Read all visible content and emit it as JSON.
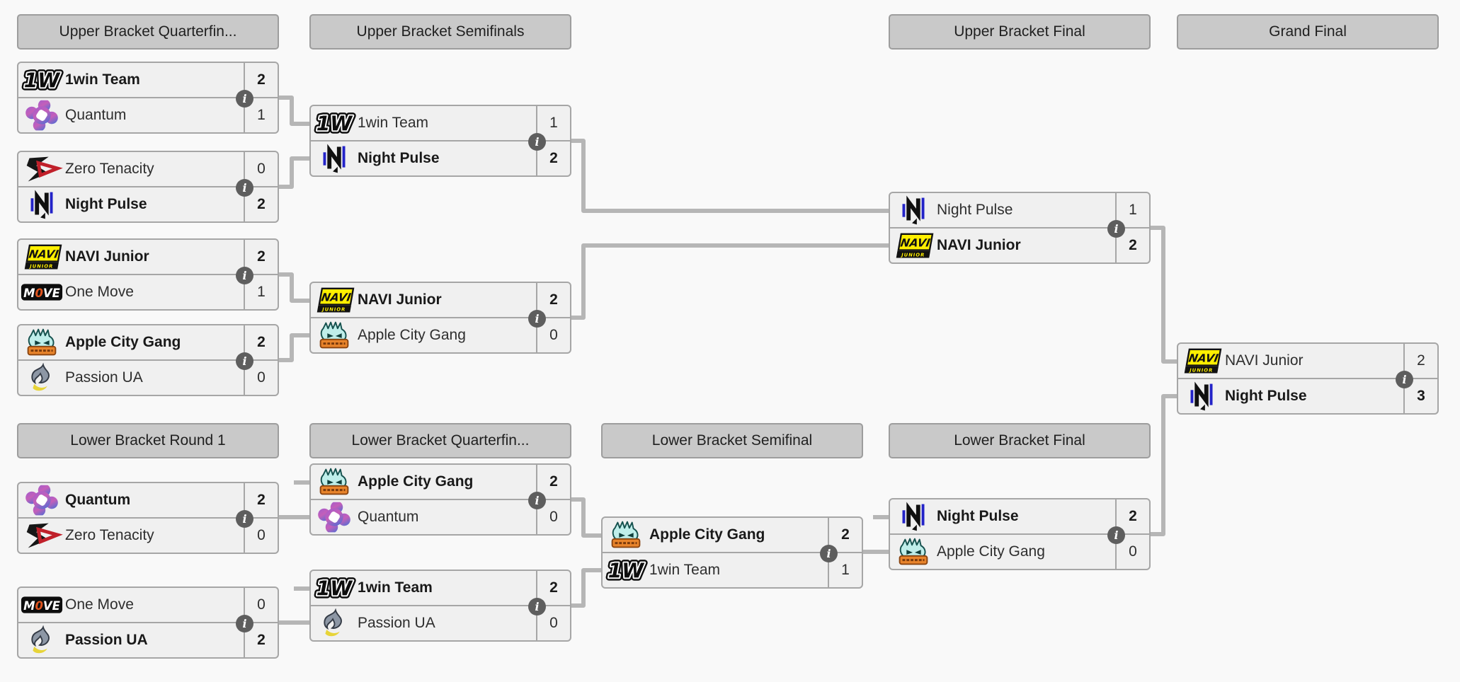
{
  "icons": {
    "info_glyph": "i"
  },
  "colors": {
    "page_background": "#f9f9f9",
    "header_background": "#c9c9c9",
    "match_background": "#f0f0f0",
    "border": "#a6a6a6",
    "connector": "#b6b6b6",
    "info_icon_background": "#5e5e5e"
  },
  "headers": {
    "ub_quarterfinals": "Upper Bracket Quarterfin...",
    "ub_semifinals": "Upper Bracket Semifinals",
    "ub_final": "Upper Bracket Final",
    "grand_final": "Grand Final",
    "lb_round1": "Lower Bracket Round 1",
    "lb_quarterfinals": "Lower Bracket Quarterfin...",
    "lb_semifinal": "Lower Bracket Semifinal",
    "lb_final": "Lower Bracket Final"
  },
  "matches": {
    "ub_qf_1": {
      "slots": [
        {
          "team": "1win Team",
          "score": "2",
          "winner": true,
          "logo": "1win-team-logo"
        },
        {
          "team": "Quantum",
          "score": "1",
          "winner": false,
          "logo": "quantum-logo"
        }
      ]
    },
    "ub_qf_2": {
      "slots": [
        {
          "team": "Zero Tenacity",
          "score": "0",
          "winner": false,
          "logo": "zero-tenacity-logo"
        },
        {
          "team": "Night Pulse",
          "score": "2",
          "winner": true,
          "logo": "night-pulse-logo"
        }
      ]
    },
    "ub_qf_3": {
      "slots": [
        {
          "team": "NAVI Junior",
          "score": "2",
          "winner": true,
          "logo": "navi-junior-logo"
        },
        {
          "team": "One Move",
          "score": "1",
          "winner": false,
          "logo": "one-move-logo"
        }
      ]
    },
    "ub_qf_4": {
      "slots": [
        {
          "team": "Apple City Gang",
          "score": "2",
          "winner": true,
          "logo": "apple-city-gang-logo"
        },
        {
          "team": "Passion UA",
          "score": "0",
          "winner": false,
          "logo": "passion-ua-logo"
        }
      ]
    },
    "ub_sf_1": {
      "slots": [
        {
          "team": "1win Team",
          "score": "1",
          "winner": false,
          "logo": "1win-team-logo"
        },
        {
          "team": "Night Pulse",
          "score": "2",
          "winner": true,
          "logo": "night-pulse-logo"
        }
      ]
    },
    "ub_sf_2": {
      "slots": [
        {
          "team": "NAVI Junior",
          "score": "2",
          "winner": true,
          "logo": "navi-junior-logo"
        },
        {
          "team": "Apple City Gang",
          "score": "0",
          "winner": false,
          "logo": "apple-city-gang-logo"
        }
      ]
    },
    "ub_final": {
      "slots": [
        {
          "team": "Night Pulse",
          "score": "1",
          "winner": false,
          "logo": "night-pulse-logo"
        },
        {
          "team": "NAVI Junior",
          "score": "2",
          "winner": true,
          "logo": "navi-junior-logo"
        }
      ]
    },
    "grand_final": {
      "slots": [
        {
          "team": "NAVI Junior",
          "score": "2",
          "winner": false,
          "logo": "navi-junior-logo"
        },
        {
          "team": "Night Pulse",
          "score": "3",
          "winner": true,
          "logo": "night-pulse-logo"
        }
      ]
    },
    "lb_r1_1": {
      "slots": [
        {
          "team": "Quantum",
          "score": "2",
          "winner": true,
          "logo": "quantum-logo"
        },
        {
          "team": "Zero Tenacity",
          "score": "0",
          "winner": false,
          "logo": "zero-tenacity-logo"
        }
      ]
    },
    "lb_r1_2": {
      "slots": [
        {
          "team": "One Move",
          "score": "0",
          "winner": false,
          "logo": "one-move-logo"
        },
        {
          "team": "Passion UA",
          "score": "2",
          "winner": true,
          "logo": "passion-ua-logo"
        }
      ]
    },
    "lb_qf_1": {
      "slots": [
        {
          "team": "Apple City Gang",
          "score": "2",
          "winner": true,
          "logo": "apple-city-gang-logo"
        },
        {
          "team": "Quantum",
          "score": "0",
          "winner": false,
          "logo": "quantum-logo"
        }
      ]
    },
    "lb_qf_2": {
      "slots": [
        {
          "team": "1win Team",
          "score": "2",
          "winner": true,
          "logo": "1win-team-logo"
        },
        {
          "team": "Passion UA",
          "score": "0",
          "winner": false,
          "logo": "passion-ua-logo"
        }
      ]
    },
    "lb_sf": {
      "slots": [
        {
          "team": "Apple City Gang",
          "score": "2",
          "winner": true,
          "logo": "apple-city-gang-logo"
        },
        {
          "team": "1win Team",
          "score": "1",
          "winner": false,
          "logo": "1win-team-logo"
        }
      ]
    },
    "lb_final": {
      "slots": [
        {
          "team": "Night Pulse",
          "score": "2",
          "winner": true,
          "logo": "night-pulse-logo"
        },
        {
          "team": "Apple City Gang",
          "score": "0",
          "winner": false,
          "logo": "apple-city-gang-logo"
        }
      ]
    }
  }
}
